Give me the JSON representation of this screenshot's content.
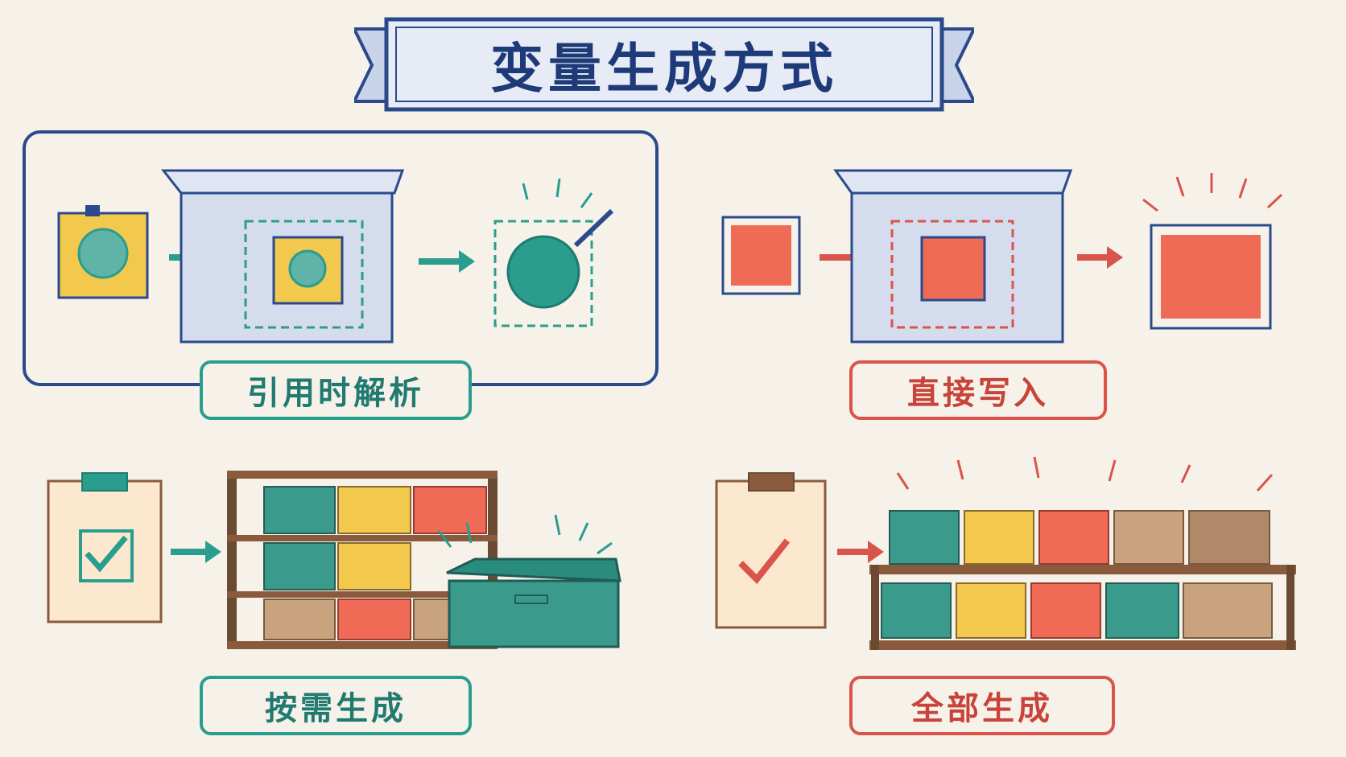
{
  "title": "变量生成方式",
  "panels": [
    {
      "id": "resolve-on-reference",
      "label": "引用时解析",
      "accent": "#2a9d8f",
      "border": "#2a4a8c"
    },
    {
      "id": "write-directly",
      "label": "直接写入",
      "accent": "#d9544a",
      "border": "#d9544a"
    },
    {
      "id": "generate-on-demand",
      "label": "按需生成",
      "accent": "#2a9d8f",
      "border": "#2a9d8f"
    },
    {
      "id": "generate-all",
      "label": "全部生成",
      "accent": "#d9544a",
      "border": "#d9544a"
    }
  ],
  "colors": {
    "teal": "#2a9d8f",
    "yellow": "#f2c94c",
    "coral": "#f06b55",
    "tan": "#c9a27e",
    "navy": "#2a4a8c",
    "paper": "#f6f2ea"
  },
  "icons": [
    "sticky-note-icon",
    "box-icon",
    "arrow-right-icon",
    "clipboard-check-icon",
    "shelf-icon",
    "storage-box-icon",
    "pencil-icon"
  ]
}
